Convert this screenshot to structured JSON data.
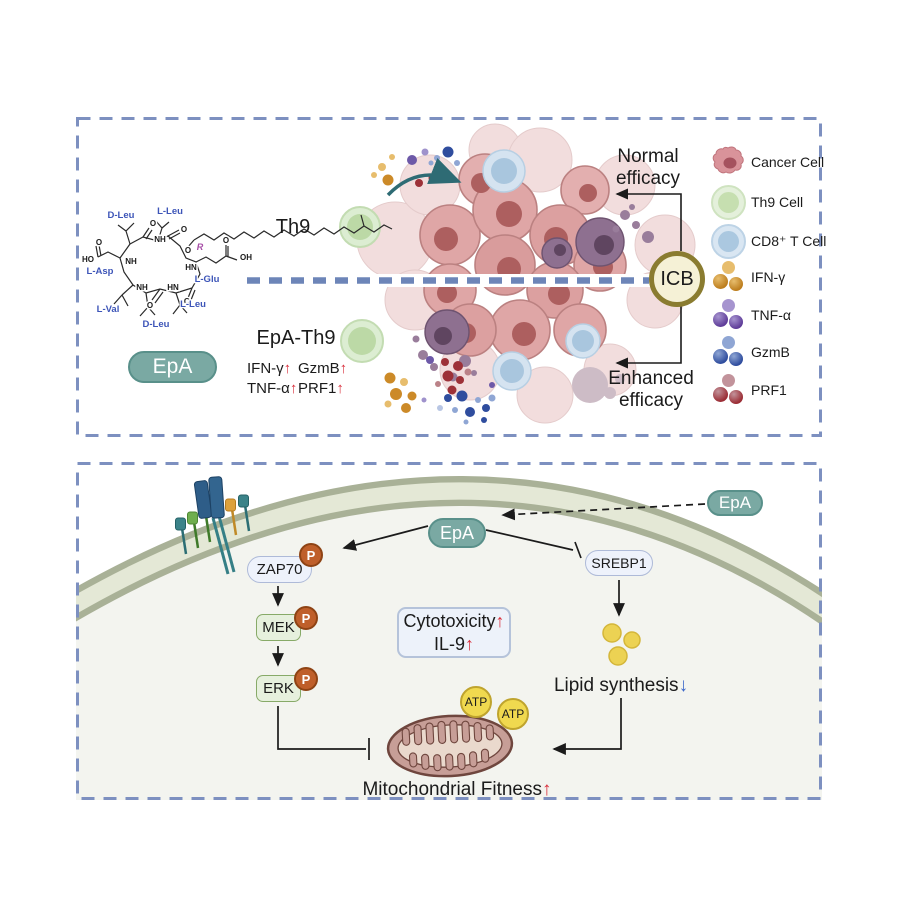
{
  "figure": {
    "top_panel": {
      "molecule": {
        "name": "EpA",
        "residues": [
          "D-Leu",
          "L-Leu",
          "L-Asp",
          "L-Val",
          "D-Leu",
          "L-Leu",
          "L-Glu"
        ],
        "r_group": "R",
        "atoms": [
          "O",
          "O",
          "O",
          "O",
          "OH",
          "HN",
          "NH",
          "NH",
          "O",
          "HO",
          "NH",
          "HN",
          "O",
          "O"
        ]
      },
      "th9_label": "Th9",
      "epa_th9_label": "EpA-Th9",
      "upregulated": [
        {
          "name": "IFN-γ",
          "arrow": "↑"
        },
        {
          "name": "GzmB",
          "arrow": "↑"
        },
        {
          "name": "TNF-α",
          "arrow": "↑"
        },
        {
          "name": "PRF1",
          "arrow": "↑"
        }
      ],
      "icb_label": "ICB",
      "outcome_top": {
        "line1": "Normal",
        "line2": "efficacy"
      },
      "outcome_bottom": {
        "line1": "Enhanced",
        "line2": "efficacy"
      },
      "legend": [
        {
          "label": "Cancer Cell",
          "icon": "cancer-cell-icon"
        },
        {
          "label": "Th9 Cell",
          "icon": "th9-cell-icon"
        },
        {
          "label": "CD8⁺ T Cell",
          "icon": "cd8-t-cell-icon"
        },
        {
          "label": "IFN-γ",
          "icon": "ifn-gamma-dots-icon"
        },
        {
          "label": "TNF-α",
          "icon": "tnf-alpha-dots-icon"
        },
        {
          "label": "GzmB",
          "icon": "gzmb-dots-icon"
        },
        {
          "label": "PRF1",
          "icon": "prf1-dots-icon"
        }
      ]
    },
    "bottom_panel": {
      "epa_extracellular": "EpA",
      "epa_intracellular": "EpA",
      "zap70": "ZAP70",
      "mek": "MEK",
      "erk": "ERK",
      "phospho": "P",
      "srebp1": "SREBP1",
      "effects": {
        "cytotoxicity": "Cytotoxicity",
        "cytotoxicity_arrow": "↑",
        "il9": "IL-9",
        "il9_arrow": "↑"
      },
      "lipid": {
        "text": "Lipid synthesis",
        "arrow": "↓"
      },
      "atp": [
        "ATP",
        "ATP"
      ],
      "mitochondrial_fitness": {
        "text": "Mitochondrial Fitness",
        "arrow": "↑"
      }
    },
    "colors": {
      "panel_border": "#7d90c0",
      "accent_teal": "#7aa9a3",
      "icb_fill": "#f5f1d6",
      "icb_border": "#8a7c30",
      "up_arrow_red": "#d92f3c",
      "down_arrow_blue": "#3a66c9",
      "phospho_orange": "#bf5f2a",
      "membrane_green": "#a9b197",
      "cytosol": "#f3f4ef",
      "residue_blue": "#3d55b8",
      "r_group_magenta": "#a64ca6"
    }
  }
}
